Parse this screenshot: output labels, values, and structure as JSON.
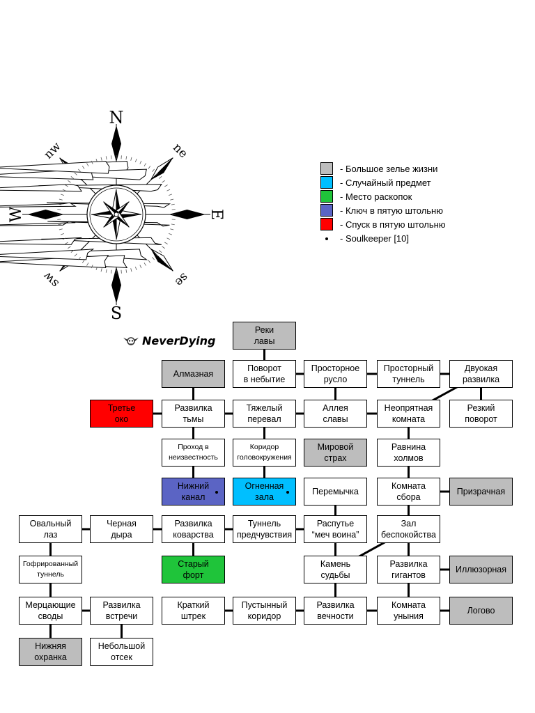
{
  "compass": {
    "labels": {
      "n": "N",
      "s": "S",
      "e": "E",
      "w": "W",
      "ne": "ne",
      "nw": "nw",
      "se": "se",
      "sw": "sw"
    }
  },
  "legend": [
    {
      "color": "#bdbdbd",
      "label": "- Большое зелье жизни"
    },
    {
      "color": "#00bfff",
      "label": "- Случайный предмет"
    },
    {
      "color": "#1fc43a",
      "label": "- Место раскопок"
    },
    {
      "color": "#5b64c4",
      "label": "- Ключ в пятую штольню"
    },
    {
      "color": "#ff0000",
      "label": "- Спуск в пятую штольню"
    },
    {
      "dot": true,
      "label": "- Soulkeeper [10]"
    }
  ],
  "logo": {
    "text": "NeverDying"
  },
  "colors": {
    "grey": "#bdbdbd",
    "cyan": "#00bfff",
    "green": "#1fc43a",
    "blue": "#5b64c4",
    "red": "#ff0000",
    "white": "#ffffff"
  },
  "rooms": [
    {
      "id": "reki",
      "label": "Реки\nлавы",
      "col": 3,
      "row": 0,
      "color": "grey"
    },
    {
      "id": "almaznaya",
      "label": "Алмазная",
      "col": 2,
      "row": 1,
      "color": "grey"
    },
    {
      "id": "povorot-nebytie",
      "label": "Поворот\nв небытие",
      "col": 3,
      "row": 1
    },
    {
      "id": "prostornoe-ruslo",
      "label": "Просторное\nрусло",
      "col": 4,
      "row": 1
    },
    {
      "id": "prostornyi-tunnel",
      "label": "Просторный\nтуннель",
      "col": 5,
      "row": 1
    },
    {
      "id": "dvuokaya",
      "label": "Двуокая\nразвилка",
      "col": 6,
      "row": 1
    },
    {
      "id": "trete-oko",
      "label": "Третье\nоко",
      "col": 1,
      "row": 2,
      "color": "red"
    },
    {
      "id": "razvilka-tmy",
      "label": "Развилка\nтьмы",
      "col": 2,
      "row": 2
    },
    {
      "id": "tyazhelyi",
      "label": "Тяжелый\nперевал",
      "col": 3,
      "row": 2
    },
    {
      "id": "alleya",
      "label": "Аллея\nславы",
      "col": 4,
      "row": 2
    },
    {
      "id": "neopryatnaya",
      "label": "Неопрятная\nкомната",
      "col": 5,
      "row": 2
    },
    {
      "id": "rezkii",
      "label": "Резкий\nповорот",
      "col": 6,
      "row": 2
    },
    {
      "id": "prokhod",
      "label": "Проход в\nнеизвестность",
      "col": 2,
      "row": 3,
      "small": true
    },
    {
      "id": "koridor-golov",
      "label": "Коридор\nголовокружения",
      "col": 3,
      "row": 3,
      "small": true
    },
    {
      "id": "mirovoi",
      "label": "Мировой\nстрах",
      "col": 4,
      "row": 3,
      "color": "grey"
    },
    {
      "id": "ravnina",
      "label": "Равнина\nхолмов",
      "col": 5,
      "row": 3
    },
    {
      "id": "nizhnii-kanal",
      "label": "Нижний\nканал",
      "col": 2,
      "row": 4,
      "color": "blue",
      "dot": true
    },
    {
      "id": "ognennaya",
      "label": "Огненная\nзала",
      "col": 3,
      "row": 4,
      "color": "cyan",
      "dot": true
    },
    {
      "id": "peremychka",
      "label": "Перемычка",
      "col": 4,
      "row": 4
    },
    {
      "id": "komnata-sbora",
      "label": "Комната\nсбора",
      "col": 5,
      "row": 4
    },
    {
      "id": "prizrachnaya",
      "label": "Призрачная",
      "col": 6,
      "row": 4,
      "color": "grey"
    },
    {
      "id": "ovalnyi",
      "label": "Овальный\nлаз",
      "col": 0,
      "row": 5
    },
    {
      "id": "chernaya",
      "label": "Черная\nдыра",
      "col": 1,
      "row": 5
    },
    {
      "id": "razvilka-kovarstva",
      "label": "Развилка\nковарства",
      "col": 2,
      "row": 5
    },
    {
      "id": "tunnel-predch",
      "label": "Туннель\nпредчувствия",
      "col": 3,
      "row": 5
    },
    {
      "id": "rasputye",
      "label": "Распутье\n“меч воина”",
      "col": 4,
      "row": 5
    },
    {
      "id": "zal-bespok",
      "label": "Зал\nбеспокойства",
      "col": 5,
      "row": 5
    },
    {
      "id": "gofrirovannyi",
      "label": "Гофрированный\nтуннель",
      "col": 0,
      "row": 6,
      "small": true
    },
    {
      "id": "staryi-fort",
      "label": "Старый\nфорт",
      "col": 2,
      "row": 6,
      "color": "green"
    },
    {
      "id": "kamen-sudby",
      "label": "Камень\nсудьбы",
      "col": 4,
      "row": 6
    },
    {
      "id": "razvilka-gigantov",
      "label": "Развилка\nгигантов",
      "col": 5,
      "row": 6
    },
    {
      "id": "illyuzornaya",
      "label": "Иллюзорная",
      "col": 6,
      "row": 6,
      "color": "grey"
    },
    {
      "id": "mertsayushchie",
      "label": "Мерцающие\nсводы",
      "col": 0,
      "row": 7
    },
    {
      "id": "razvilka-vstrechi",
      "label": "Развилка\nвстречи",
      "col": 1,
      "row": 7
    },
    {
      "id": "kratkii",
      "label": "Краткий\nштрек",
      "col": 2,
      "row": 7
    },
    {
      "id": "pustynnyi",
      "label": "Пустынный\nкоридор",
      "col": 3,
      "row": 7
    },
    {
      "id": "razvilka-vechnosti",
      "label": "Развилка\nвечности",
      "col": 4,
      "row": 7
    },
    {
      "id": "komnata-unyniya",
      "label": "Комната\nуныния",
      "col": 5,
      "row": 7
    },
    {
      "id": "logovo",
      "label": "Логово",
      "col": 6,
      "row": 7,
      "color": "grey"
    },
    {
      "id": "nizhnyaya-okhranka",
      "label": "Нижняя\nохранка",
      "col": 0,
      "row": 8,
      "color": "grey"
    },
    {
      "id": "nebolshoi-otsek",
      "label": "Небольшой\nотсек",
      "col": 1,
      "row": 8
    }
  ],
  "links": [
    [
      "reki",
      "povorot-nebytie"
    ],
    [
      "povorot-nebytie",
      "prostornoe-ruslo"
    ],
    [
      "prostornoe-ruslo",
      "prostornyi-tunnel"
    ],
    [
      "prostornyi-tunnel",
      "dvuokaya"
    ],
    [
      "almaznaya",
      "razvilka-tmy"
    ],
    [
      "prostornoe-ruslo",
      "alleya"
    ],
    [
      "dvuokaya",
      "neopryatnaya"
    ],
    [
      "dvuokaya",
      "rezkii"
    ],
    [
      "trete-oko",
      "razvilka-tmy"
    ],
    [
      "razvilka-tmy",
      "tyazhelyi"
    ],
    [
      "tyazhelyi",
      "alleya"
    ],
    [
      "alleya",
      "neopryatnaya"
    ],
    [
      "razvilka-tmy",
      "prokhod"
    ],
    [
      "tyazhelyi",
      "koridor-golov"
    ],
    [
      "neopryatnaya",
      "ravnina"
    ],
    [
      "prokhod",
      "nizhnii-kanal"
    ],
    [
      "koridor-golov",
      "ognennaya"
    ],
    [
      "ravnina",
      "komnata-sbora"
    ],
    [
      "komnata-sbora",
      "prizrachnaya"
    ],
    [
      "ovalnyi",
      "chernaya"
    ],
    [
      "chernaya",
      "razvilka-kovarstva"
    ],
    [
      "razvilka-kovarstva",
      "tunnel-predch"
    ],
    [
      "tunnel-predch",
      "rasputye"
    ],
    [
      "peremychka",
      "rasputye"
    ],
    [
      "komnata-sbora",
      "zal-bespok"
    ],
    [
      "ovalnyi",
      "gofrirovannyi"
    ],
    [
      "razvilka-kovarstva",
      "staryi-fort"
    ],
    [
      "rasputye",
      "kamen-sudby"
    ],
    [
      "zal-bespok",
      "kamen-sudby"
    ],
    [
      "zal-bespok",
      "razvilka-gigantov"
    ],
    [
      "razvilka-gigantov",
      "illyuzornaya"
    ],
    [
      "gofrirovannyi",
      "mertsayushchie"
    ],
    [
      "mertsayushchie",
      "razvilka-vstrechi"
    ],
    [
      "kratkii",
      "pustynnyi"
    ],
    [
      "pustynnyi",
      "razvilka-vechnosti"
    ],
    [
      "kamen-sudby",
      "razvilka-vechnosti"
    ],
    [
      "razvilka-vechnosti",
      "komnata-unyniya"
    ],
    [
      "razvilka-gigantov",
      "komnata-unyniya"
    ],
    [
      "komnata-unyniya",
      "logovo"
    ],
    [
      "mertsayushchie",
      "nizhnyaya-okhranka"
    ],
    [
      "razvilka-vstrechi",
      "nebolshoi-otsek"
    ]
  ]
}
